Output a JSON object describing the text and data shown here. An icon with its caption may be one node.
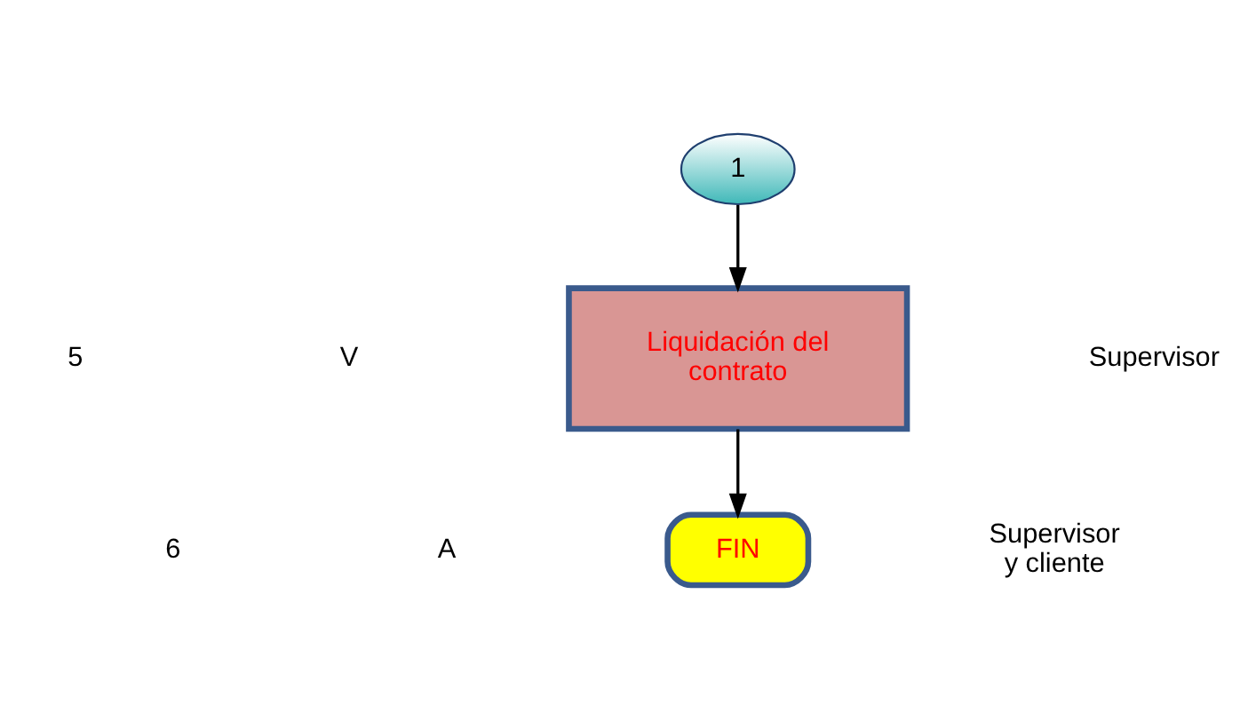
{
  "diagram": {
    "nodes": [
      {
        "text": [
          "1"
        ]
      },
      {
        "text": [
          "Liquidación del contrato"
        ]
      },
      {
        "text": [
          "FIN"
        ]
      }
    ],
    "edges": [
      {
        "from": 0,
        "to": 1,
        "arrow": "to"
      },
      {
        "from": 1,
        "to": 2,
        "arrow": "to"
      }
    ],
    "labels": [
      "5",
      "V",
      "Supervisor",
      "6",
      "A",
      "Supervisor y cliente"
    ]
  }
}
